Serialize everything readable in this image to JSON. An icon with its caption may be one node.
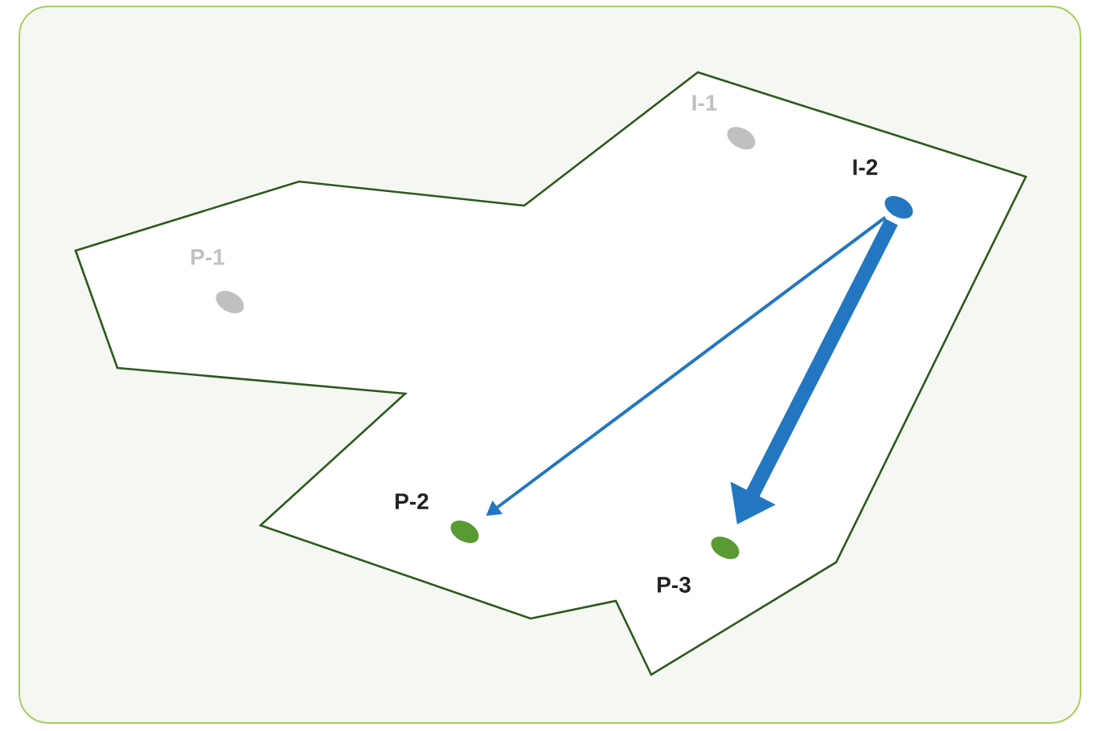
{
  "diagram": {
    "nodes": [
      {
        "text": [
          "I-1"
        ]
      },
      {
        "text": [
          "I-2"
        ]
      },
      {
        "text": [
          "P-1"
        ]
      },
      {
        "text": [
          "P-2"
        ]
      },
      {
        "text": [
          "P-3"
        ]
      }
    ],
    "edges": [
      {
        "from": 1,
        "to": 3,
        "arrow": "to"
      },
      {
        "from": 1,
        "to": 4,
        "arrow": "to",
        "style": "thick"
      }
    ]
  }
}
